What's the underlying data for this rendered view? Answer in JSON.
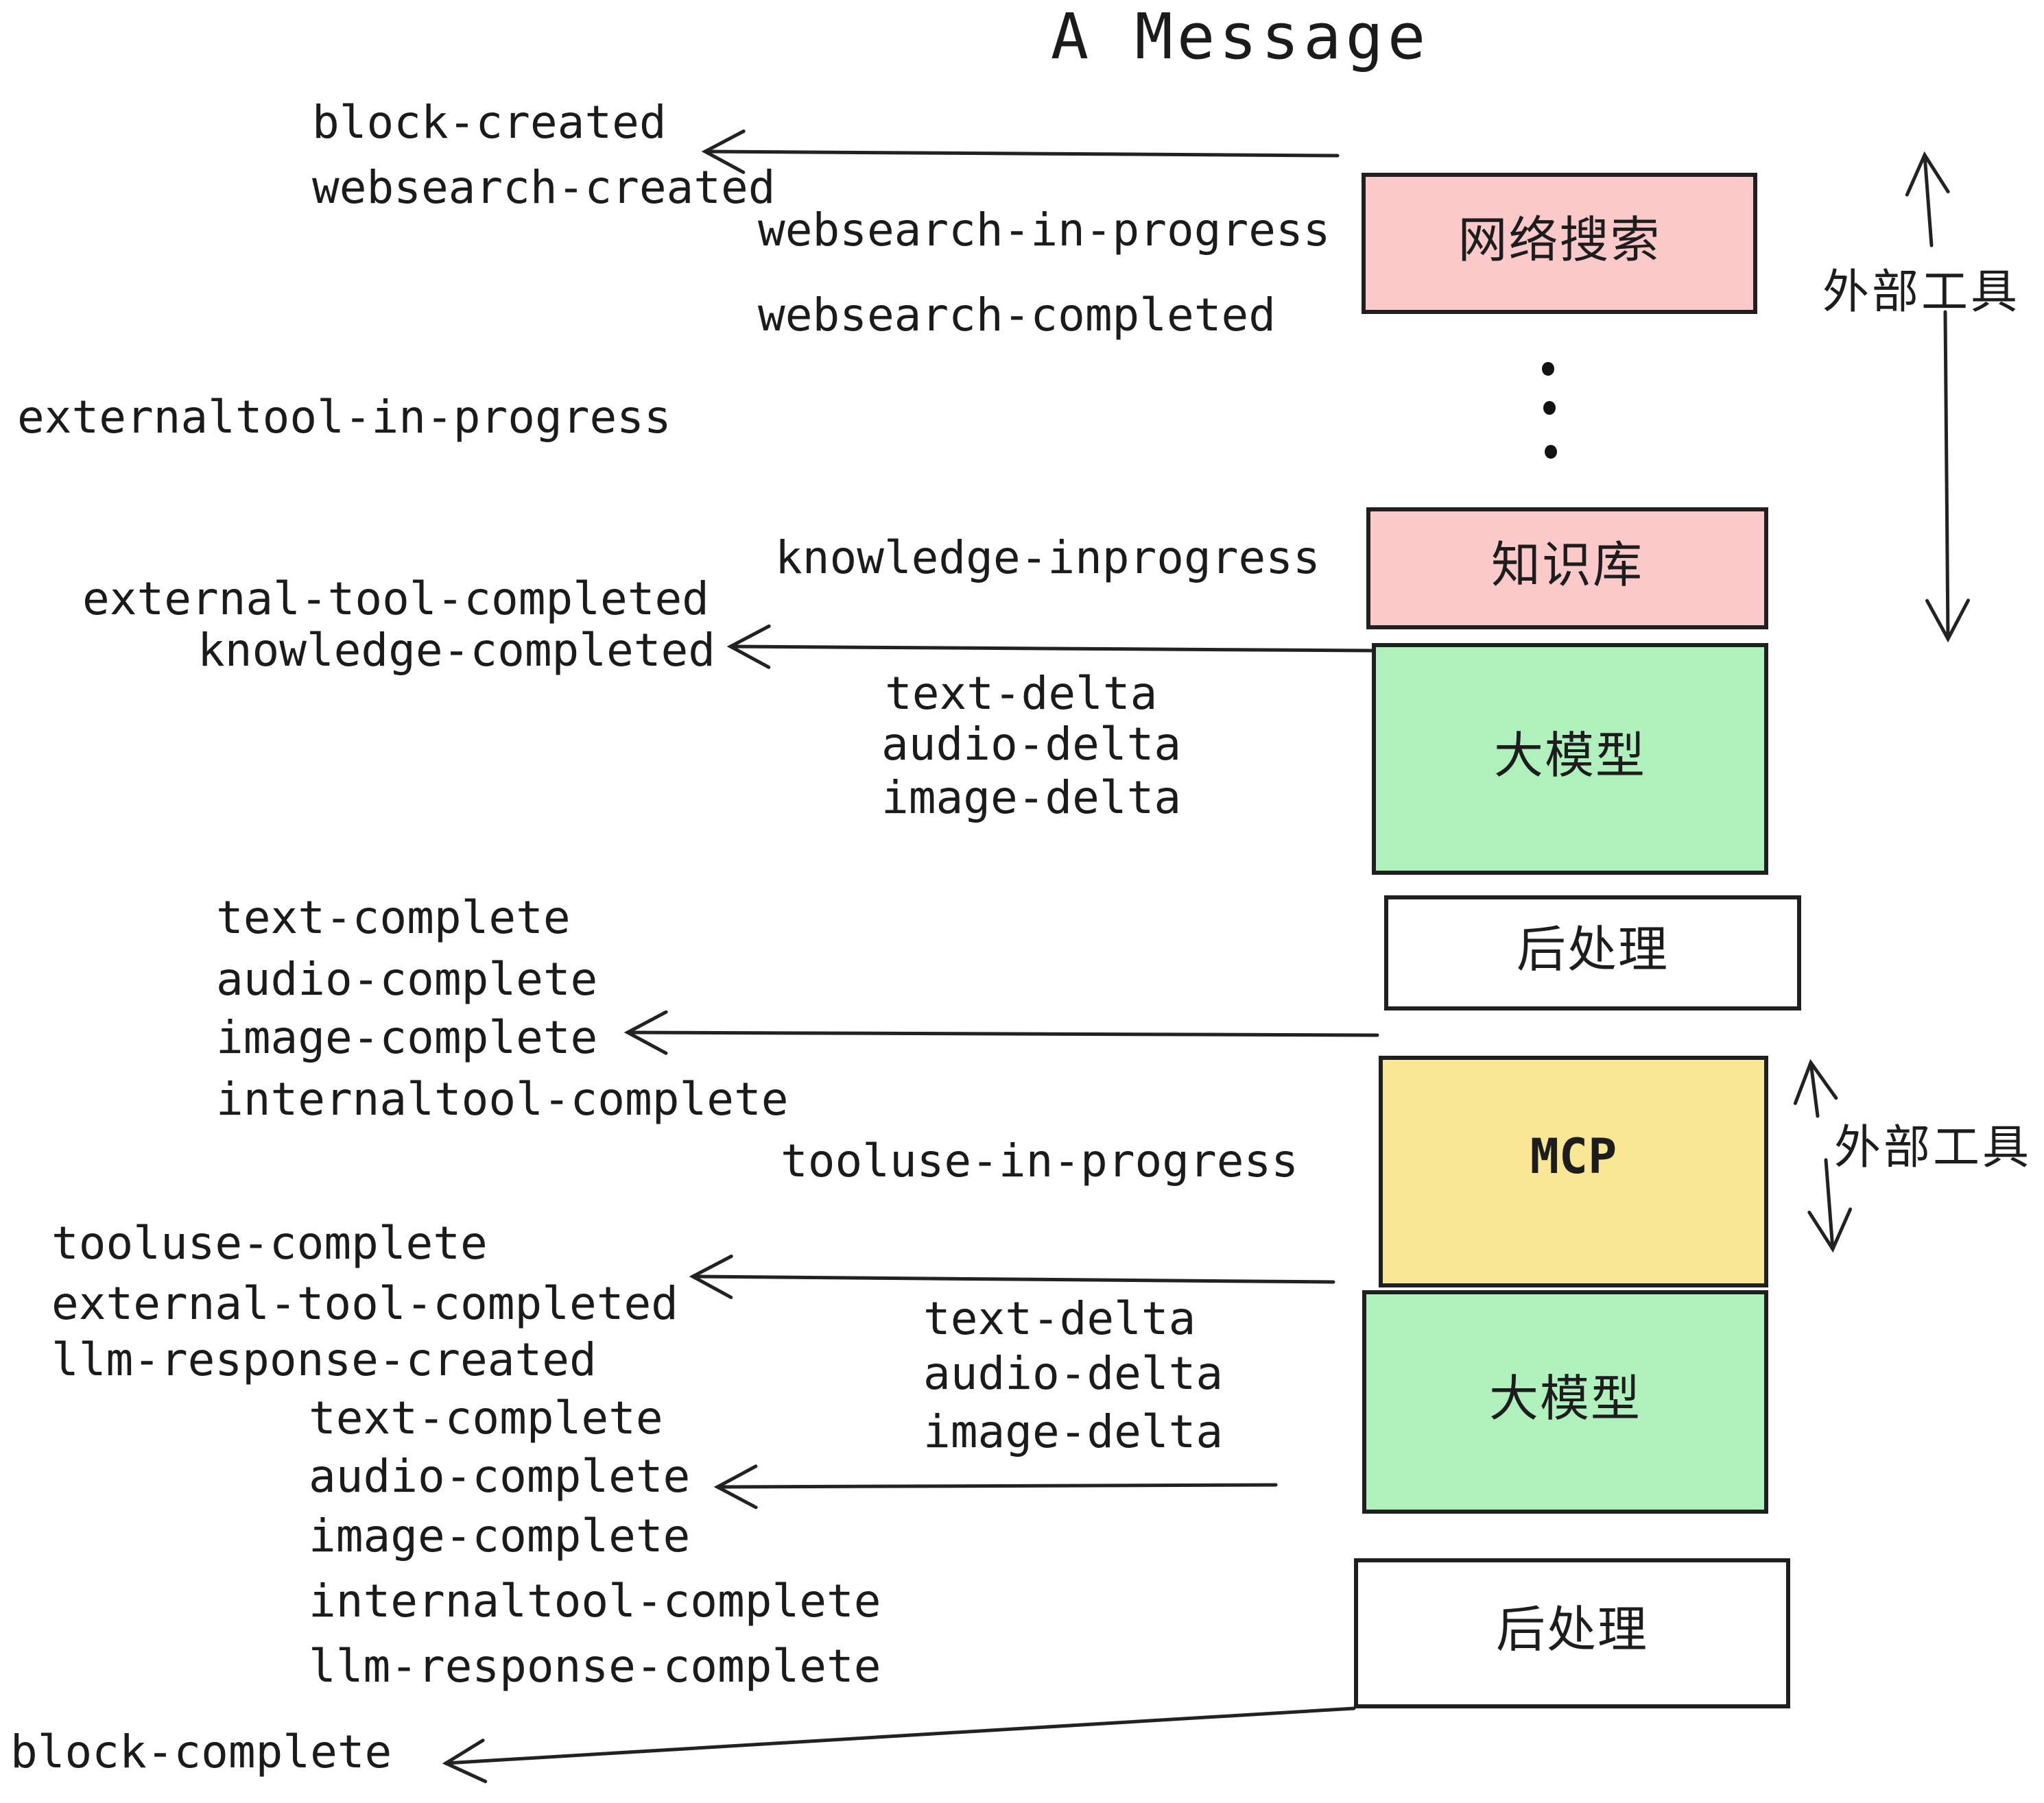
{
  "title": "A Message",
  "boxes": {
    "websearch": "网络搜索",
    "knowledge": "知识库",
    "llm_top": "大模型",
    "post_top": "后处理",
    "mcp": "MCP",
    "llm_bottom": "大模型",
    "post_bottom": "后处理"
  },
  "events": {
    "block_created": "block-created",
    "websearch_created": "websearch-created",
    "websearch_in_progress": "websearch-in-progress",
    "websearch_completed": "websearch-completed",
    "externaltool_in_progress": "externaltool-in-progress",
    "knowledge_inprogress": "knowledge-inprogress",
    "external_tool_completed": "external-tool-completed",
    "knowledge_completed": "knowledge-completed",
    "text_delta": "text-delta",
    "audio_delta": "audio-delta",
    "image_delta": "image-delta",
    "text_complete": "text-complete",
    "audio_complete": "audio-complete",
    "image_complete": "image-complete",
    "internaltool_complete": "internaltool-complete",
    "tooluse_in_progress": "tooluse-in-progress",
    "tooluse_complete": "tooluse-complete",
    "llm_response_created": "llm-response-created",
    "llm_response_complete": "llm-response-complete",
    "block_complete": "block-complete"
  },
  "side_labels": {
    "external_tool_upper": "外部工具",
    "external_tool_lower": "外部工具"
  },
  "colors": {
    "pink": "#fbc9c9",
    "green": "#aff0bd",
    "yellow": "#fae795",
    "white": "#ffffff",
    "ink": "#222222"
  }
}
